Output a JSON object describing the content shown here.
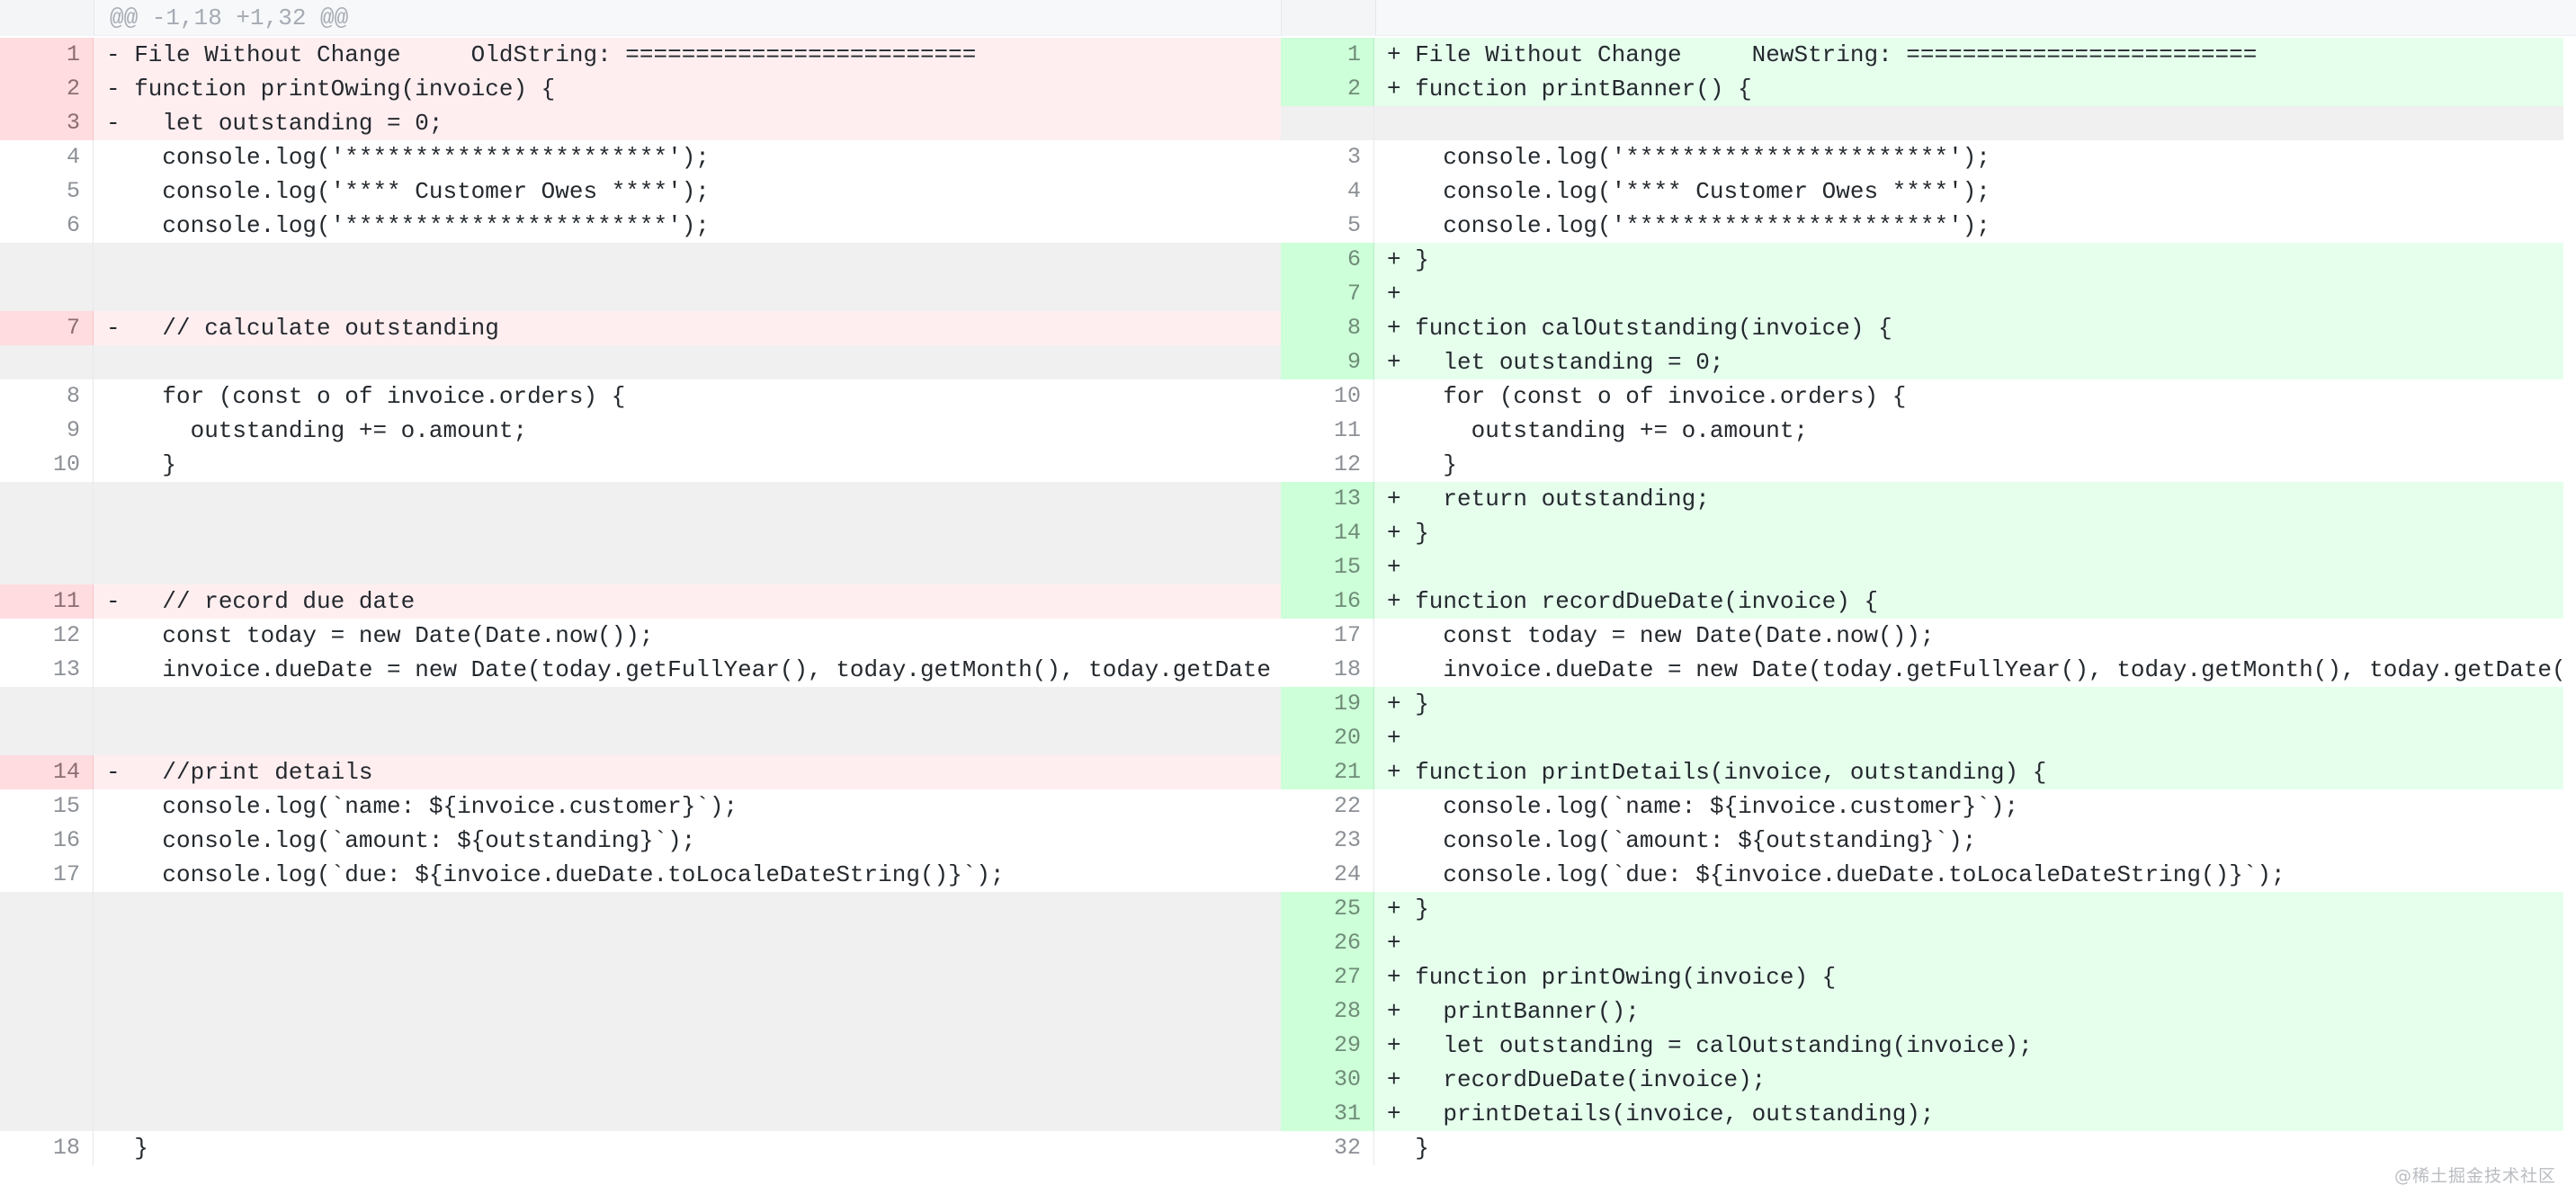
{
  "hunk_header": "@@ -1,18 +1,32 @@",
  "watermark": "@稀土掘金技术社区",
  "colors": {
    "deleted_bg": "#ffeef0",
    "deleted_gutter": "#ffdce0",
    "deleted_highlight": "#fdb8c0",
    "added_bg": "#e6ffed",
    "added_gutter": "#cdffd8",
    "added_highlight": "#acf2bd",
    "empty_bg": "#f0f0f0"
  },
  "left": [
    {
      "t": "del",
      "n": "1",
      "code": "- File Without Change     OldString: ========================="
    },
    {
      "t": "del",
      "n": "2",
      "code": "- function printOwing(invoice) {"
    },
    {
      "t": "del",
      "n": "3",
      "code": "-   let outstanding = 0;"
    },
    {
      "t": "ctx",
      "n": "4",
      "code": "    console.log('***********************');"
    },
    {
      "t": "ctx",
      "n": "5",
      "code": "    console.log('**** Customer Owes ****');"
    },
    {
      "t": "ctx",
      "n": "6",
      "code": "    console.log('***********************');"
    },
    {
      "t": "empty",
      "n": "",
      "code": ""
    },
    {
      "t": "empty",
      "n": "",
      "code": ""
    },
    {
      "t": "del",
      "n": "7",
      "code": "-   // calculate outstanding"
    },
    {
      "t": "empty",
      "n": "",
      "code": ""
    },
    {
      "t": "ctx",
      "n": "8",
      "code": "    for (const o of invoice.orders) {"
    },
    {
      "t": "ctx",
      "n": "9",
      "code": "      outstanding += o.amount;"
    },
    {
      "t": "ctx",
      "n": "10",
      "code": "    }"
    },
    {
      "t": "empty",
      "n": "",
      "code": ""
    },
    {
      "t": "empty",
      "n": "",
      "code": ""
    },
    {
      "t": "empty",
      "n": "",
      "code": ""
    },
    {
      "t": "del",
      "n": "11",
      "code": "-   // record due date"
    },
    {
      "t": "ctx",
      "n": "12",
      "code": "    const today = new Date(Date.now());"
    },
    {
      "t": "ctx",
      "n": "13",
      "code": "    invoice.dueDate = new Date(today.getFullYear(), today.getMonth(), today.getDate"
    },
    {
      "t": "empty",
      "n": "",
      "code": ""
    },
    {
      "t": "empty",
      "n": "",
      "code": ""
    },
    {
      "t": "del",
      "n": "14",
      "code": "-   //print details"
    },
    {
      "t": "ctx",
      "n": "15",
      "code": "    console.log(`name: ${invoice.customer}`);"
    },
    {
      "t": "ctx",
      "n": "16",
      "code": "    console.log(`amount: ${outstanding}`);"
    },
    {
      "t": "ctx",
      "n": "17",
      "code": "    console.log(`due: ${invoice.dueDate.toLocaleDateString()}`);"
    },
    {
      "t": "empty",
      "n": "",
      "code": ""
    },
    {
      "t": "empty",
      "n": "",
      "code": ""
    },
    {
      "t": "empty",
      "n": "",
      "code": ""
    },
    {
      "t": "empty",
      "n": "",
      "code": ""
    },
    {
      "t": "empty",
      "n": "",
      "code": ""
    },
    {
      "t": "empty",
      "n": "",
      "code": ""
    },
    {
      "t": "empty",
      "n": "",
      "code": ""
    },
    {
      "t": "ctx",
      "n": "18",
      "code": "  }"
    }
  ],
  "right": [
    {
      "t": "add",
      "n": "1",
      "code": "+ File Without Change     NewString: ========================="
    },
    {
      "t": "add",
      "n": "2",
      "code": "+ function printBanner() {"
    },
    {
      "t": "empty",
      "n": "",
      "code": ""
    },
    {
      "t": "ctx",
      "n": "3",
      "code": "    console.log('***********************');"
    },
    {
      "t": "ctx",
      "n": "4",
      "code": "    console.log('**** Customer Owes ****');"
    },
    {
      "t": "ctx",
      "n": "5",
      "code": "    console.log('***********************');"
    },
    {
      "t": "add",
      "n": "6",
      "code": "+ }"
    },
    {
      "t": "add",
      "n": "7",
      "code": "+"
    },
    {
      "t": "add",
      "n": "8",
      "code": "+ function calOutstanding(invoice) {"
    },
    {
      "t": "add",
      "n": "9",
      "code": "+   let outstanding = 0;"
    },
    {
      "t": "ctx",
      "n": "10",
      "code": "    for (const o of invoice.orders) {"
    },
    {
      "t": "ctx",
      "n": "11",
      "code": "      outstanding += o.amount;"
    },
    {
      "t": "ctx",
      "n": "12",
      "code": "    }"
    },
    {
      "t": "add",
      "n": "13",
      "code": "+   return outstanding;"
    },
    {
      "t": "add",
      "n": "14",
      "code": "+ }"
    },
    {
      "t": "add",
      "n": "15",
      "code": "+"
    },
    {
      "t": "add",
      "n": "16",
      "code": "+ function recordDueDate(invoice) {"
    },
    {
      "t": "ctx",
      "n": "17",
      "code": "    const today = new Date(Date.now());"
    },
    {
      "t": "ctx",
      "n": "18",
      "code": "    invoice.dueDate = new Date(today.getFullYear(), today.getMonth(), today.getDate("
    },
    {
      "t": "add",
      "n": "19",
      "code": "+ }"
    },
    {
      "t": "add",
      "n": "20",
      "code": "+"
    },
    {
      "t": "add",
      "n": "21",
      "code": "+ function printDetails(invoice, outstanding) {"
    },
    {
      "t": "ctx",
      "n": "22",
      "code": "    console.log(`name: ${invoice.customer}`);"
    },
    {
      "t": "ctx",
      "n": "23",
      "code": "    console.log(`amount: ${outstanding}`);"
    },
    {
      "t": "ctx",
      "n": "24",
      "code": "    console.log(`due: ${invoice.dueDate.toLocaleDateString()}`);"
    },
    {
      "t": "add",
      "n": "25",
      "code": "+ }"
    },
    {
      "t": "add",
      "n": "26",
      "code": "+"
    },
    {
      "t": "add",
      "n": "27",
      "code": "+ function printOwing(invoice) {"
    },
    {
      "t": "add",
      "n": "28",
      "code": "+   printBanner();"
    },
    {
      "t": "add",
      "n": "29",
      "code": "+   let outstanding = calOutstanding(invoice);"
    },
    {
      "t": "add",
      "n": "30",
      "code": "+   recordDueDate(invoice);"
    },
    {
      "t": "add",
      "n": "31",
      "code": "+   printDetails(invoice, outstanding);"
    },
    {
      "t": "ctx",
      "n": "32",
      "code": "  }"
    }
  ]
}
